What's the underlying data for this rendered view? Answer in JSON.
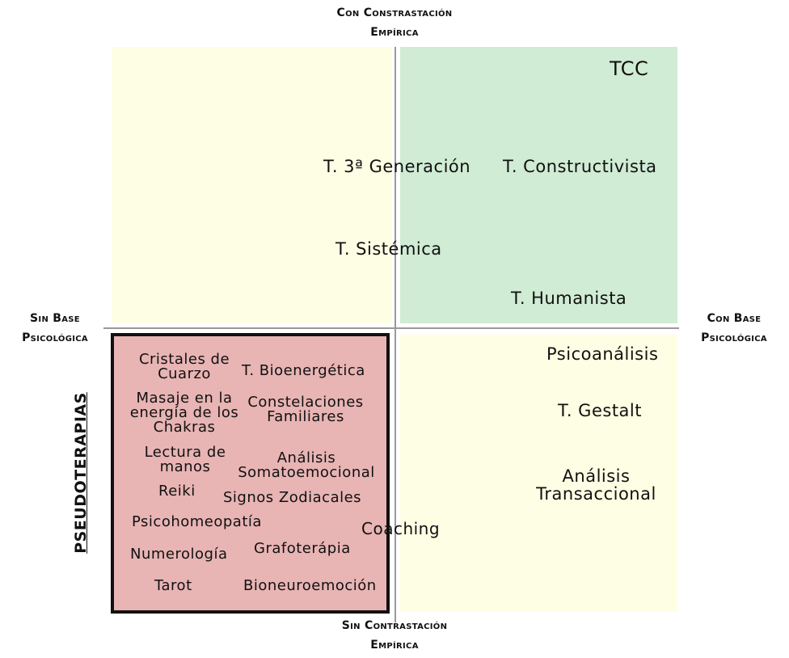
{
  "axes": {
    "top": [
      "Con Constrastación",
      "Empírica"
    ],
    "bottom": [
      "Sin Contrastación",
      "Empírica"
    ],
    "left": [
      "Sin Base",
      "Psicológica"
    ],
    "right": [
      "Con Base",
      "Psicológica"
    ]
  },
  "pseudo_label": "PSEUDOTERAPIAS",
  "colors": {
    "yellow": "#fefee4",
    "green": "#d0ecd4",
    "red": "#e8b4b4"
  },
  "therapies": {
    "tcc": "TCC",
    "tercera": "T. 3ª Generación",
    "constructivista": "T. Constructivista",
    "sistemica": "T. Sistémica",
    "humanista": "T. Humanista",
    "psicoanalisis": "Psicoanálisis",
    "gestalt": "T. Gestalt",
    "transaccional": [
      "Análisis",
      "Transaccional"
    ],
    "coaching": "Coaching"
  },
  "pseudotherapies": {
    "cristales": [
      "Cristales de",
      "Cuarzo"
    ],
    "bioenergetica": "T. Bioenergética",
    "chakras": [
      "Masaje en la",
      "energía de los",
      "Chakras"
    ],
    "constelaciones": [
      "Constelaciones",
      "Familiares"
    ],
    "lectura": [
      "Lectura de",
      "manos"
    ],
    "somato": [
      "Análisis",
      "Somatoemocional"
    ],
    "reiki": "Reiki",
    "signos": "Signos Zodiacales",
    "psicohomeo": "Psicohomeopatía",
    "numerologia": "Numerología",
    "grafoterapia": "Grafoterápia",
    "tarot": "Tarot",
    "bioneuro": "Bioneuroemoción"
  }
}
